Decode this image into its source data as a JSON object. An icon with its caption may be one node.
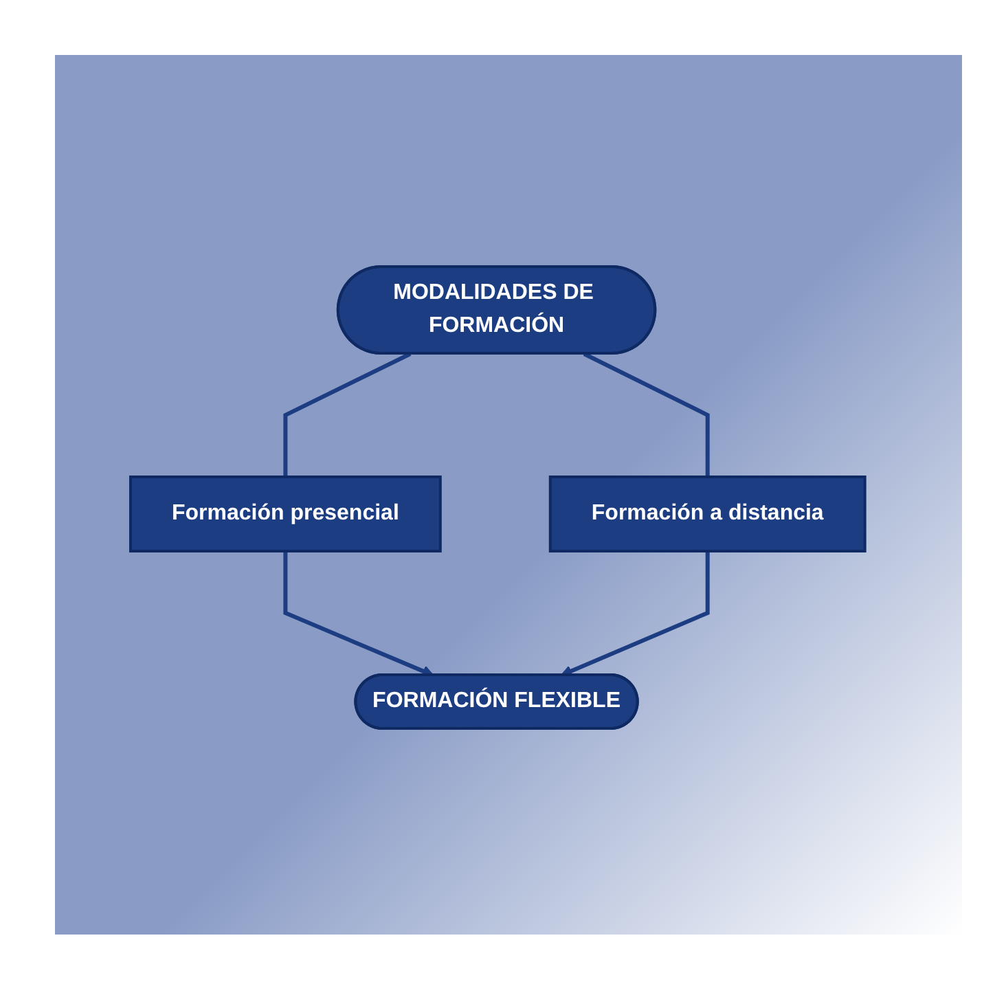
{
  "diagram": {
    "nodes": [
      {
        "text": [
          "MODALIDADES DE FORMACIÓN"
        ]
      },
      {
        "text": [
          "Formación presencial"
        ]
      },
      {
        "text": [
          "Formación a distancia"
        ]
      },
      {
        "text": [
          "FORMACIÓN FLEXIBLE"
        ]
      }
    ],
    "edges": [
      {
        "from": 0,
        "to": 1,
        "arrow": "none"
      },
      {
        "from": 0,
        "to": 2,
        "arrow": "none"
      },
      {
        "from": 1,
        "to": 3,
        "arrow": "to"
      },
      {
        "from": 2,
        "to": 3,
        "arrow": "to"
      }
    ]
  }
}
